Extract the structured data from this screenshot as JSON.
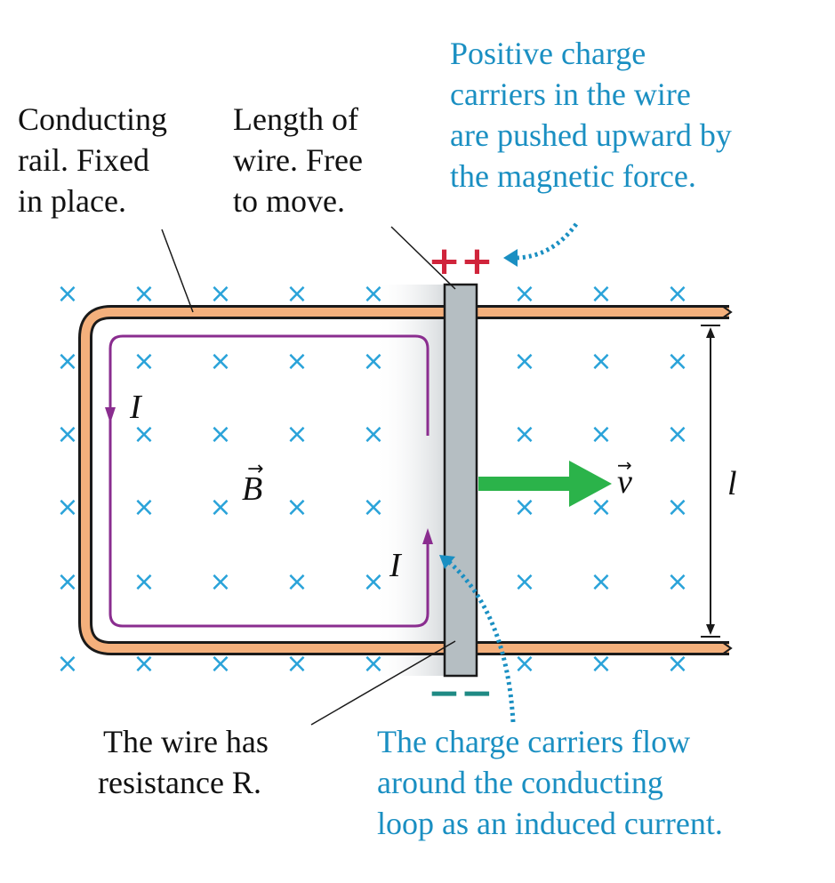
{
  "labels": {
    "rail": [
      "Conducting",
      "rail. Fixed",
      "in place."
    ],
    "wire": [
      "Length of",
      "wire. Free",
      "to move."
    ],
    "positive_note": [
      "Positive charge",
      "carriers in the wire",
      "are pushed upward by",
      "the magnetic force."
    ],
    "resistance_note": [
      "The wire has",
      "resistance R."
    ],
    "flow_note": [
      "The charge carriers flow",
      "around the conducting",
      "loop as an induced current."
    ]
  },
  "symbols": {
    "current": "I",
    "magnetic_field": "B",
    "velocity": "v",
    "length": "l",
    "field_marker": "×"
  },
  "charges": {
    "top": "++",
    "bottom": "−−"
  },
  "colors": {
    "rail": "#f4b07c",
    "rail_outline": "#1a1a1a",
    "wire": "#b5bec2",
    "field": "#2aa3d9",
    "current_loop": "#8a2d8f",
    "velocity_arrow": "#2bb34a",
    "note_text": "#1a8fc2",
    "positive": "#d0243b",
    "negative": "#1f8a84"
  }
}
